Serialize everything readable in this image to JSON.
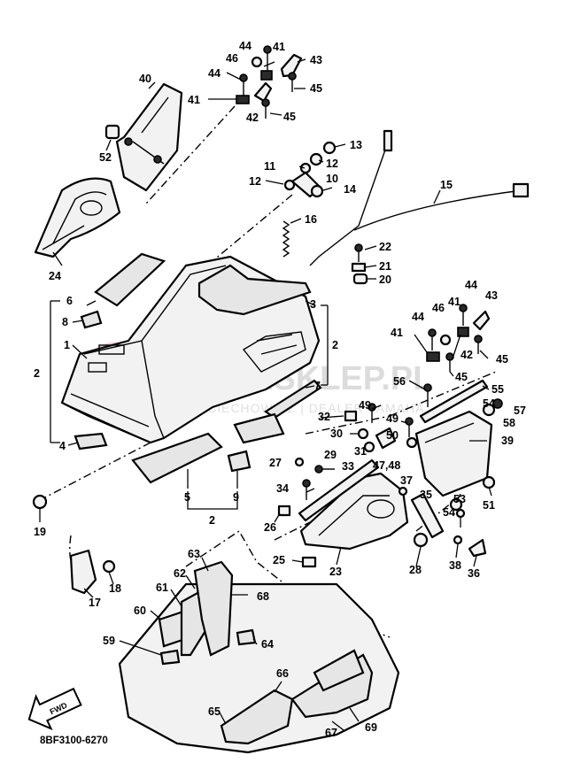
{
  "diagram": {
    "part_code": "8BF3100-6270",
    "fwd_arrow_label": "FWD",
    "watermark": {
      "title": "YAMASKLEP.PL",
      "subtitle": "WOJCIECHOWICZ | DEALER YAMAHA"
    },
    "callouts": [
      {
        "label": "44"
      },
      {
        "label": "41"
      },
      {
        "label": "46"
      },
      {
        "label": "43"
      },
      {
        "label": "44"
      },
      {
        "label": "45"
      },
      {
        "label": "41"
      },
      {
        "label": "42"
      },
      {
        "label": "45"
      },
      {
        "label": "40"
      },
      {
        "label": "52"
      },
      {
        "label": "13"
      },
      {
        "label": "11"
      },
      {
        "label": "12"
      },
      {
        "label": "12"
      },
      {
        "label": "10"
      },
      {
        "label": "14"
      },
      {
        "label": "15"
      },
      {
        "label": "16"
      },
      {
        "label": "24"
      },
      {
        "label": "22"
      },
      {
        "label": "21"
      },
      {
        "label": "20"
      },
      {
        "label": "6"
      },
      {
        "label": "3"
      },
      {
        "label": "8"
      },
      {
        "label": "2"
      },
      {
        "label": "1"
      },
      {
        "label": "2"
      },
      {
        "label": "7"
      },
      {
        "label": "4"
      },
      {
        "label": "44"
      },
      {
        "label": "43"
      },
      {
        "label": "46"
      },
      {
        "label": "41"
      },
      {
        "label": "44"
      },
      {
        "label": "41"
      },
      {
        "label": "42"
      },
      {
        "label": "45"
      },
      {
        "label": "45"
      },
      {
        "label": "56"
      },
      {
        "label": "55"
      },
      {
        "label": "54"
      },
      {
        "label": "57"
      },
      {
        "label": "58"
      },
      {
        "label": "49"
      },
      {
        "label": "32"
      },
      {
        "label": "49"
      },
      {
        "label": "30"
      },
      {
        "label": "50"
      },
      {
        "label": "39"
      },
      {
        "label": "31"
      },
      {
        "label": "27"
      },
      {
        "label": "29"
      },
      {
        "label": "33"
      },
      {
        "label": "47,48"
      },
      {
        "label": "5"
      },
      {
        "label": "9"
      },
      {
        "label": "2"
      },
      {
        "label": "34"
      },
      {
        "label": "37"
      },
      {
        "label": "35"
      },
      {
        "label": "53"
      },
      {
        "label": "54"
      },
      {
        "label": "51"
      },
      {
        "label": "19"
      },
      {
        "label": "26"
      },
      {
        "label": "25"
      },
      {
        "label": "23"
      },
      {
        "label": "28"
      },
      {
        "label": "38"
      },
      {
        "label": "36"
      },
      {
        "label": "63"
      },
      {
        "label": "18"
      },
      {
        "label": "17"
      },
      {
        "label": "62"
      },
      {
        "label": "61"
      },
      {
        "label": "68"
      },
      {
        "label": "60"
      },
      {
        "label": "59"
      },
      {
        "label": "64"
      },
      {
        "label": "66"
      },
      {
        "label": "65"
      },
      {
        "label": "69"
      },
      {
        "label": "67"
      }
    ]
  }
}
